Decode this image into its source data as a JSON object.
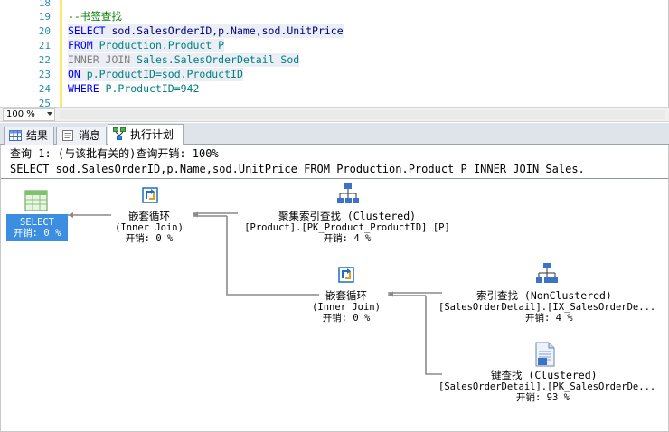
{
  "editor": {
    "lines": [
      {
        "num": "18",
        "text": ""
      },
      {
        "num": "19",
        "text": "--书签查找"
      },
      {
        "num": "20",
        "text": "SELECT sod.SalesOrderID,p.Name,sod.UnitPrice"
      },
      {
        "num": "21",
        "text": "FROM Production.Product P"
      },
      {
        "num": "22",
        "text": "INNER JOIN Sales.SalesOrderDetail Sod"
      },
      {
        "num": "23",
        "text": "ON p.ProductID=sod.ProductID"
      },
      {
        "num": "24",
        "text": "WHERE P.ProductID=942"
      },
      {
        "num": "25",
        "text": ""
      }
    ],
    "tokens": {
      "l20a": "SELECT",
      "l20b": " sod.SalesOrderID,p.Name,sod.UnitPrice",
      "l21a": "FROM",
      "l21b": " Production.Product P",
      "l22a": "INNER JOIN",
      "l22b": " Sales.SalesOrderDetail Sod",
      "l23a": "ON",
      "l23b": " p.ProductID=sod.ProductID",
      "l24a": "WHERE",
      "l24b": " P.ProductID=942"
    }
  },
  "zoom": {
    "value": "100 %"
  },
  "tabs": [
    {
      "label": "结果",
      "icon": "grid-icon"
    },
    {
      "label": "消息",
      "icon": "message-icon"
    },
    {
      "label": "执行计划",
      "icon": "plan-icon",
      "active": true
    }
  ],
  "plan": {
    "query_header": "查询 1: (与该批有关的)查询开销: 100%",
    "query_text": "SELECT sod.SalesOrderID,p.Name,sod.UnitPrice FROM Production.Product P INNER JOIN Sales.",
    "nodes": {
      "select": {
        "name": "SELECT",
        "cost": "开销: 0 %"
      },
      "nested_loop_1": {
        "name": "嵌套循环",
        "sub": "(Inner Join)",
        "cost": "开销: 0 %"
      },
      "clustered_seek": {
        "name": "聚集索引查找 (Clustered)",
        "object": "[Product].[PK_Product_ProductID] [P]",
        "cost": "开销: 4 %"
      },
      "nested_loop_2": {
        "name": "嵌套循环",
        "sub": "(Inner Join)",
        "cost": "开销: 0 %"
      },
      "index_seek": {
        "name": "索引查找 (NonClustered)",
        "object": "[SalesOrderDetail].[IX_SalesOrderDe...",
        "cost": "开销: 4 %"
      },
      "key_lookup": {
        "name": "键查找 (Clustered)",
        "object": "[SalesOrderDetail].[PK_SalesOrderDe...",
        "cost": "开销: 93 %"
      }
    }
  },
  "colors": {
    "keyword": "#0000ff",
    "object": "#008080",
    "comment": "#008000",
    "line_number": "#2b91af",
    "select_highlight": "#3b8ee0"
  }
}
